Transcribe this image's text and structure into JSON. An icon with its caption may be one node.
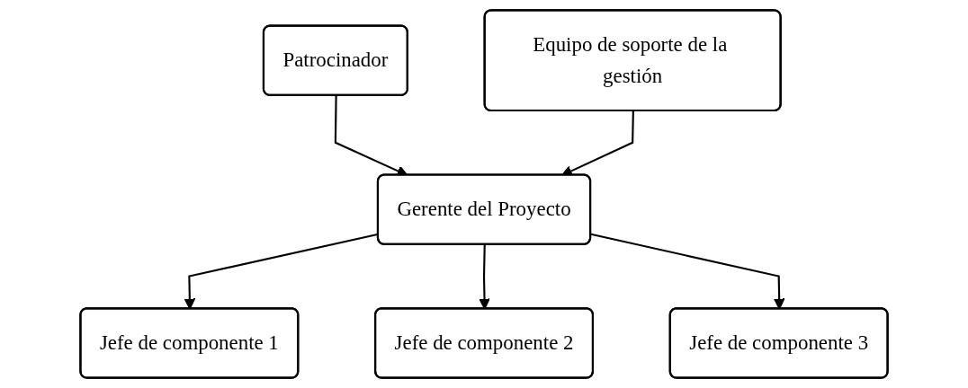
{
  "diagram": {
    "nodes": [
      {
        "text": [
          "Patrocinador"
        ]
      },
      {
        "text": [
          "Gerente del Proyecto"
        ]
      },
      {
        "text": [
          "Equipo de soporte de la gestión"
        ]
      },
      {
        "text": [
          "Jefe de componente 1"
        ]
      },
      {
        "text": [
          "Jefe de componente 2"
        ]
      },
      {
        "text": [
          "Jefe de componente 3"
        ]
      }
    ],
    "edges": [
      {
        "from": 0,
        "to": 1,
        "arrow": "to"
      },
      {
        "from": 2,
        "to": 1,
        "arrow": "to"
      },
      {
        "from": 1,
        "to": 3,
        "arrow": "to"
      },
      {
        "from": 1,
        "to": 4,
        "arrow": "to"
      },
      {
        "from": 1,
        "to": 5,
        "arrow": "to"
      }
    ]
  }
}
